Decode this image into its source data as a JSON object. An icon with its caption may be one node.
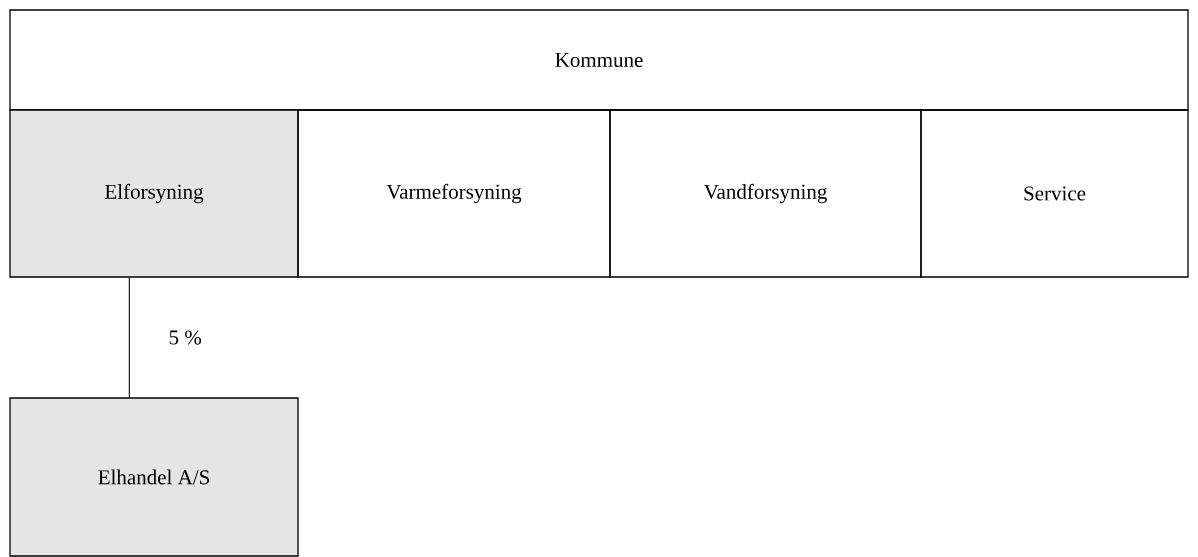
{
  "diagram": {
    "nodes": [
      {
        "text": [
          "Kommune"
        ]
      },
      {
        "text": [
          "Elforsyning"
        ]
      },
      {
        "text": [
          "Varmeforsyning"
        ]
      },
      {
        "text": [
          "Vandforsyning"
        ]
      },
      {
        "text": [
          "Service"
        ]
      },
      {
        "text": [
          "Elhandel A/S"
        ]
      }
    ],
    "edges": [
      {
        "from": 1,
        "to": 5,
        "arrow": "none",
        "label": "5 %"
      }
    ]
  }
}
